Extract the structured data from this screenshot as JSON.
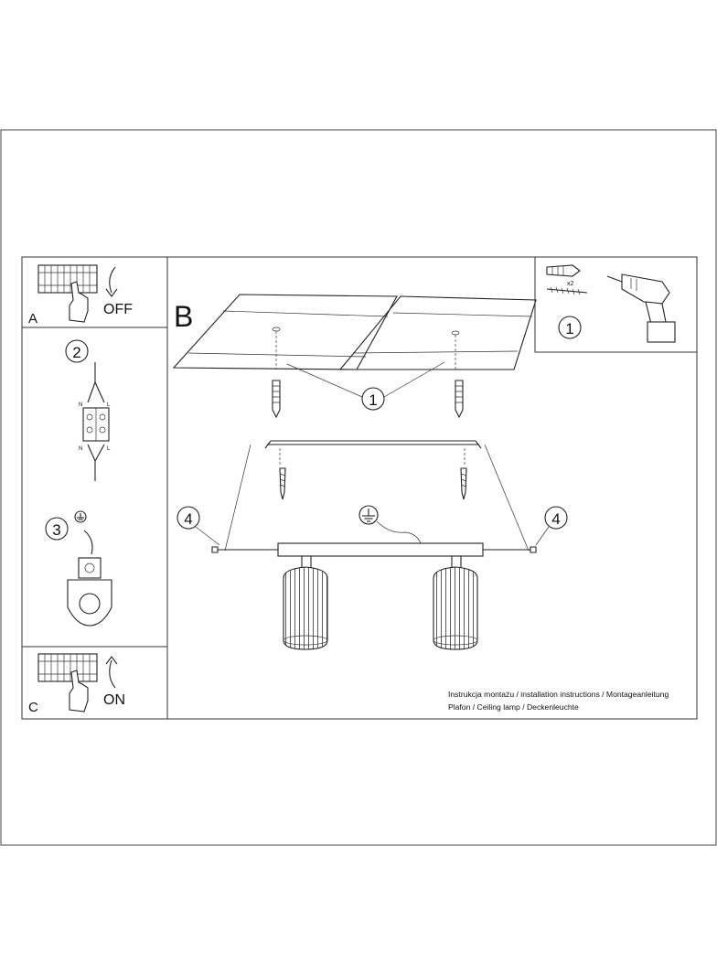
{
  "panels": {
    "a": {
      "letter": "A",
      "action": "OFF"
    },
    "b": {
      "letter": "B"
    },
    "c": {
      "letter": "C",
      "action": "ON"
    }
  },
  "steps": {
    "tools": {
      "number": "1",
      "quantity": "x2"
    },
    "wiring": {
      "number": "2",
      "terminal_left_top": "N",
      "terminal_right_top": "L",
      "terminal_left_bottom": "N",
      "terminal_right_bottom": "L"
    },
    "ground": {
      "number": "3"
    },
    "mount_callout": "1",
    "screw_left": "4",
    "screw_right": "4"
  },
  "caption": {
    "line1": "Instrukcja montażu / installation instructions / Montageanleitung",
    "line2": "Plafon / Ceiling lamp / Deckenleuchte"
  },
  "icons": [
    "breaker-panel-icon",
    "hand-icon",
    "arrow-down-icon",
    "arrow-up-icon",
    "drill-icon",
    "wall-plug-icon",
    "screw-icon",
    "terminal-block-icon",
    "ground-symbol-icon",
    "ceiling-lamp"
  ]
}
